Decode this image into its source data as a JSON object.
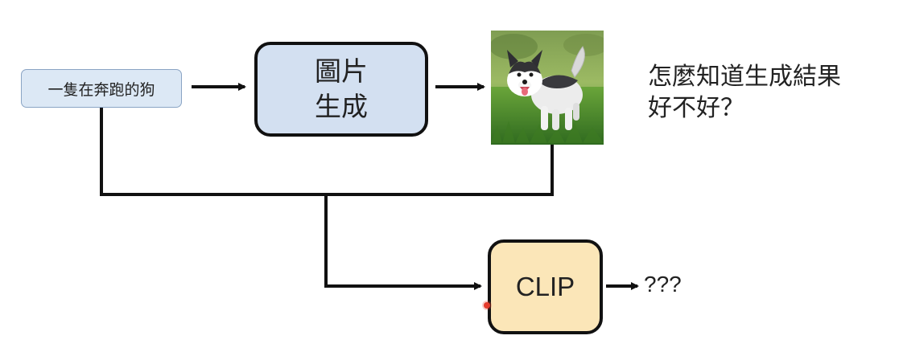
{
  "diagram": {
    "prompt_label": "一隻在奔跑的狗",
    "generator_label_line1": "圖片",
    "generator_label_line2": "生成",
    "clip_label": "CLIP",
    "output_label": "???",
    "question_line1": "怎麼知道生成結果",
    "question_line2": "好不好？",
    "generated_image_icon": "running-husky-photo"
  },
  "colors": {
    "prompt_fill": "#dce8f5",
    "prompt_border": "#8aa4c4",
    "generator_fill": "#d3e0f1",
    "clip_fill": "#fbe6b8",
    "line": "#111111",
    "cursor": "#e53b2c"
  }
}
